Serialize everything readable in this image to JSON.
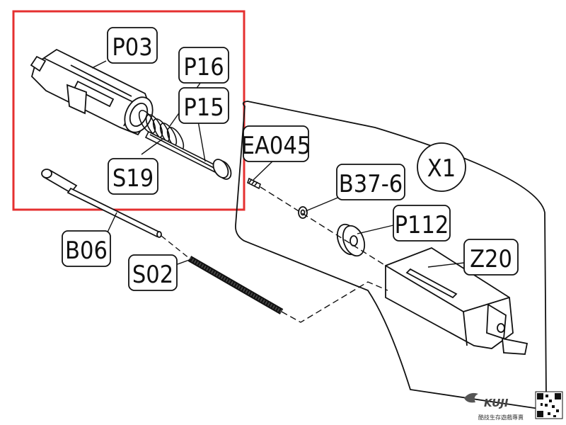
{
  "diagram": {
    "highlight_color": "#e53030",
    "line_color": "#111111",
    "labels": {
      "P03": "P03",
      "P16": "P16",
      "P15": "P15",
      "S19": "S19",
      "EA045": "EA045",
      "X1": "X1",
      "B37_6": "B37-6",
      "P112": "P112",
      "Z20": "Z20",
      "B06": "B06",
      "S02": "S02"
    }
  },
  "brand": {
    "logo_text": "KUJI",
    "tagline": "酷技生存遊戲專賣"
  }
}
